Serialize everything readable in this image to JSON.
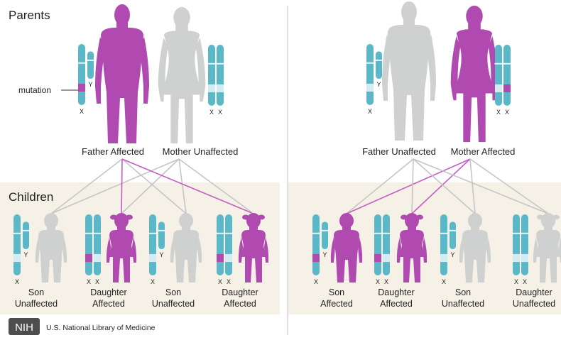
{
  "colors": {
    "affected": "#b04ab0",
    "unaffected": "#cfd0d0",
    "chromosome": "#5bb8c8",
    "chromosome_light": "#d3ecf1",
    "line_gray": "#c4c6c6",
    "line_magenta": "#c45cc4",
    "children_bg": "#f6f1e7",
    "nih_box": "#4d4d4d"
  },
  "headings": {
    "parents": "Parents",
    "children": "Children"
  },
  "annotation": {
    "mutation": "mutation"
  },
  "left": {
    "father": {
      "label": "Father Affected",
      "status": "affected",
      "chromosomes": "X Y",
      "x_mutated": true
    },
    "mother": {
      "label": "Mother Unaffected",
      "status": "unaffected",
      "chromosomes": "X X",
      "x_mutated": false
    },
    "children": [
      {
        "line1": "Son",
        "line2": "Unaffected",
        "sex": "male",
        "status": "unaffected",
        "chromosomes": "X Y",
        "x_mutated": false
      },
      {
        "line1": "Daughter",
        "line2": "Affected",
        "sex": "female",
        "status": "affected",
        "chromosomes": "X X",
        "x_mutated": true
      },
      {
        "line1": "Son",
        "line2": "Unaffected",
        "sex": "male",
        "status": "unaffected",
        "chromosomes": "X Y",
        "x_mutated": false
      },
      {
        "line1": "Daughter",
        "line2": "Affected",
        "sex": "female",
        "status": "affected",
        "chromosomes": "X X",
        "x_mutated": true
      }
    ]
  },
  "right": {
    "father": {
      "label": "Father Unaffected",
      "status": "unaffected",
      "chromosomes": "X Y",
      "x_mutated": false
    },
    "mother": {
      "label": "Mother Affected",
      "status": "affected",
      "chromosomes": "X X",
      "x_mutated": true
    },
    "children": [
      {
        "line1": "Son",
        "line2": "Affected",
        "sex": "male",
        "status": "affected",
        "chromosomes": "X Y",
        "x_mutated": true
      },
      {
        "line1": "Daughter",
        "line2": "Affected",
        "sex": "female",
        "status": "affected",
        "chromosomes": "X X",
        "x_mutated": true
      },
      {
        "line1": "Son",
        "line2": "Unaffected",
        "sex": "male",
        "status": "unaffected",
        "chromosomes": "X Y",
        "x_mutated": false
      },
      {
        "line1": "Daughter",
        "line2": "Unaffected",
        "sex": "female",
        "status": "unaffected",
        "chromosomes": "X X",
        "x_mutated": false
      }
    ]
  },
  "chromosome_letters": {
    "x": "X",
    "y": "Y"
  },
  "footer": {
    "logo": "NIH",
    "org": "U.S. National Library of Medicine"
  }
}
